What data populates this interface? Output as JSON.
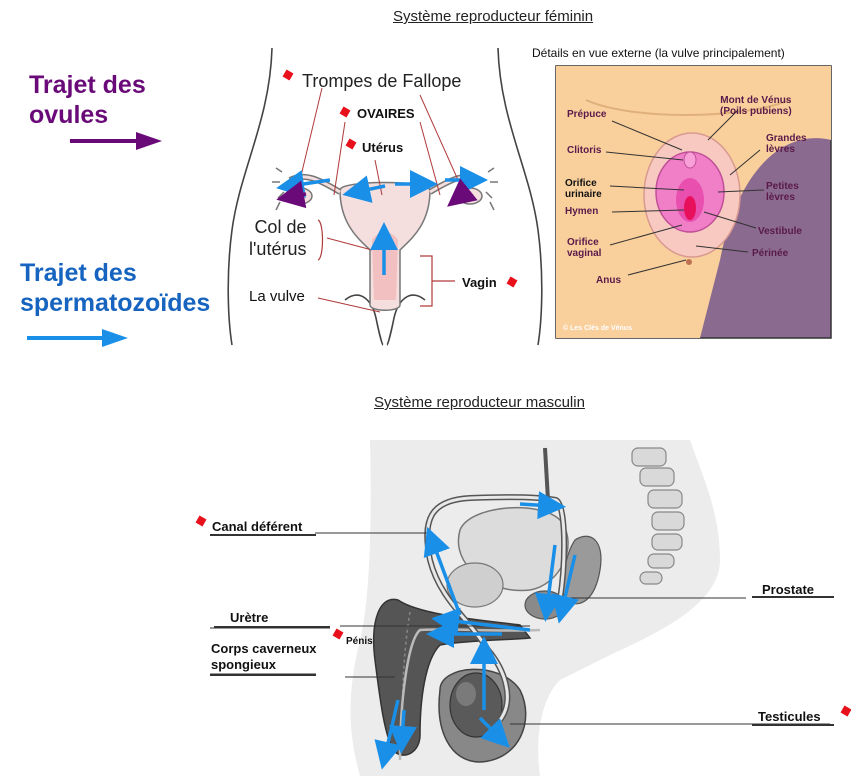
{
  "female": {
    "title": "Système reproducteur féminin",
    "labels": {
      "fallope": "Trompes de Fallope",
      "ovaires": "OVAIRES",
      "uterus": "Utérus",
      "col": "Col de\nl'utérus",
      "vulve": "La vulve",
      "vagin": "Vagin"
    }
  },
  "legend": {
    "ovules": "Trajet des\novules",
    "sperm": "Trajet des\nspermatozoïdes",
    "ovules_color": "#6a0a78",
    "sperm_color": "#1a8fe8"
  },
  "vulva": {
    "title": "Détails en vue externe (la vulve principalement)",
    "labels": {
      "prepuce": "Prépuce",
      "clitoris": "Clitoris",
      "orifice_urinaire": "Orifice\nurinaire",
      "hymen": "Hymen",
      "orifice_vaginal": "Orifice\nvaginal",
      "anus": "Anus",
      "mont": "Mont de Vénus\n(Poils pubiens)",
      "grandes": "Grandes\nlèvres",
      "petites": "Petites\nlèvres",
      "vestibule": "Vestibule",
      "perinee": "Périnée"
    },
    "credit": "© Les Clés de Vénus"
  },
  "male": {
    "title": "Système reproducteur masculin",
    "labels": {
      "canal": "Canal déférent",
      "uretre": "Urètre",
      "corps": "Corps caverneux\nspongieux",
      "penis": "Pénis",
      "prostate": "Prostate",
      "testicules": "Testicules"
    }
  },
  "colors": {
    "marker": "#e8101a",
    "arrow_blue": "#1a8fe8",
    "arrow_purple": "#6a0a78",
    "vulva_bg": "#8a6a8e",
    "skin": "#f9cf9c"
  }
}
